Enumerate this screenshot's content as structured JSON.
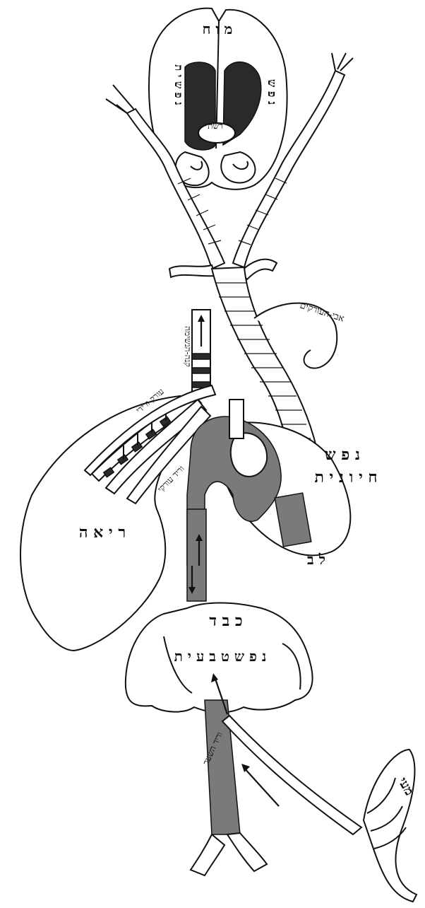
{
  "labels": {
    "brain": "מ ו ח",
    "psychic_left": "נ פ ש י ת",
    "psychic_right": "נ פ ש",
    "rete": "רשת",
    "vessels_arteries": "אבי-העורקים",
    "trachea": "קנה-הנשימה",
    "venous_artery": "עורק ורידי",
    "arterial_vein": "וריד עורקי",
    "vital_soul_1": "נ פ ש",
    "vital_soul_2": "ח י ו נ י ת",
    "heart": "ל ב",
    "lung": "ר י א ה",
    "liver": "כ ב ד",
    "natural_soul": "נ פ ש  ט ב ע י ת",
    "portal_vein": "וריד השער",
    "intestines": "מעי"
  }
}
